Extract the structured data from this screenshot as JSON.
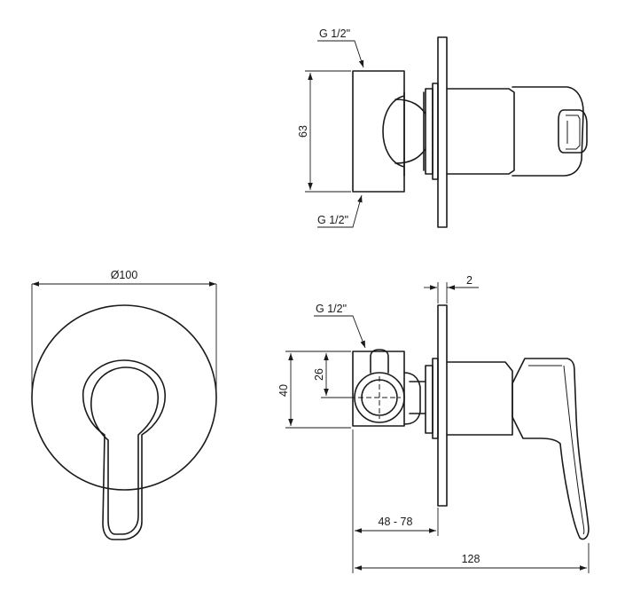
{
  "labels": {
    "top_view": {
      "thread_upper": "G 1/2\"",
      "thread_lower": "G 1/2\"",
      "height": "63"
    },
    "front_view": {
      "diameter": "Ø100"
    },
    "side_view": {
      "thread": "G 1/2\"",
      "plate_thickness": "2",
      "outlet_height": "40",
      "outlet_center": "26",
      "depth_range": "48 - 78",
      "total_length": "128"
    }
  }
}
